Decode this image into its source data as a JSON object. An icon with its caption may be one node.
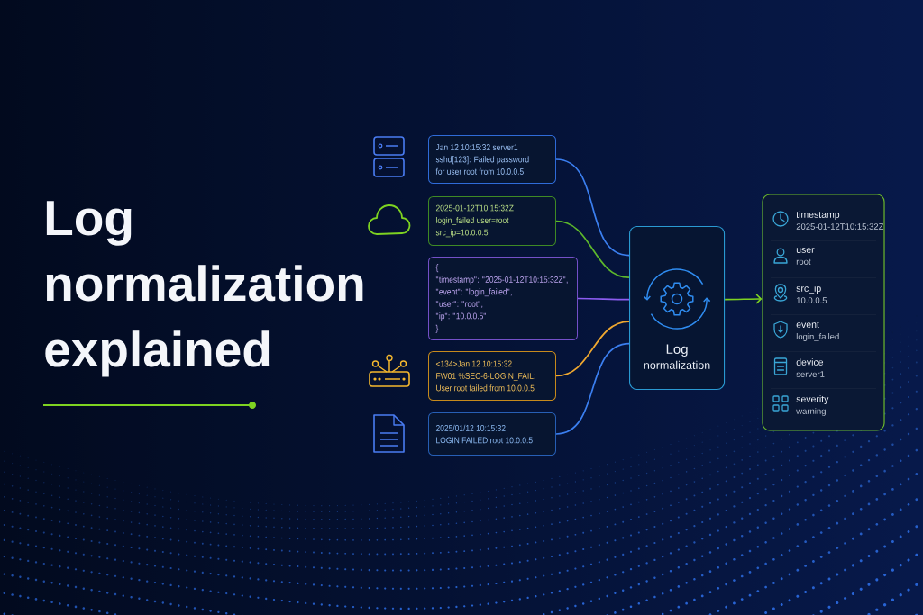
{
  "diagram": {
    "title": "Log normalization explained",
    "nodes": [
      {
        "text": [
          "Jan 12 10:15:32 server1",
          "sshd[123]: Failed password",
          "for user root from 10.0.0.5"
        ]
      },
      {
        "text": [
          "2025-01-12T10:15:32Z",
          "login_failed user=root",
          "src_ip=10.0.0.5"
        ]
      },
      {
        "text": [
          "{",
          "\"timestamp\": \"2025-01-12T10:15:32Z\",",
          "\"event\": \"login_failed\",",
          "\"user\": \"root\",",
          "\"ip\": \"10.0.0.5\"",
          "}"
        ]
      },
      {
        "text": [
          "<134>Jan 12 10:15:32",
          "FW01 %SEC-6-LOGIN_FAIL:",
          "User root failed from 10.0.0.5"
        ]
      },
      {
        "text": [
          "2025/01/12 10:15:32",
          "LOGIN FAILED root 10.0.0.5"
        ]
      },
      {
        "text": [
          "Log",
          "normalization"
        ]
      },
      {
        "text": [],
        "shape": "box"
      },
      {
        "text": [
          "timestamp",
          "2025-01-12T10:15:32Z"
        ],
        "in": 6
      },
      {
        "text": [
          "user",
          "root"
        ],
        "in": 6
      },
      {
        "text": [
          "src_ip",
          "10.0.0.5"
        ],
        "in": 6
      },
      {
        "text": [
          "event",
          "login_failed"
        ],
        "in": 6
      },
      {
        "text": [
          "device",
          "server1"
        ],
        "in": 6
      },
      {
        "text": [
          "severity",
          "warning"
        ],
        "in": 6
      }
    ],
    "edges": [
      {
        "from": 0,
        "to": 5,
        "arrow": "none"
      },
      {
        "from": 1,
        "to": 5,
        "arrow": "none",
        "color": "#5db82c"
      },
      {
        "from": 2,
        "to": 5,
        "arrow": "none",
        "color": "#8b5cf0"
      },
      {
        "from": 3,
        "to": 5,
        "arrow": "none",
        "color": "#f0a830"
      },
      {
        "from": 4,
        "to": 5,
        "arrow": "none"
      },
      {
        "from": 5,
        "to": 6,
        "arrow": "to",
        "color": "#7ed321"
      }
    ]
  }
}
